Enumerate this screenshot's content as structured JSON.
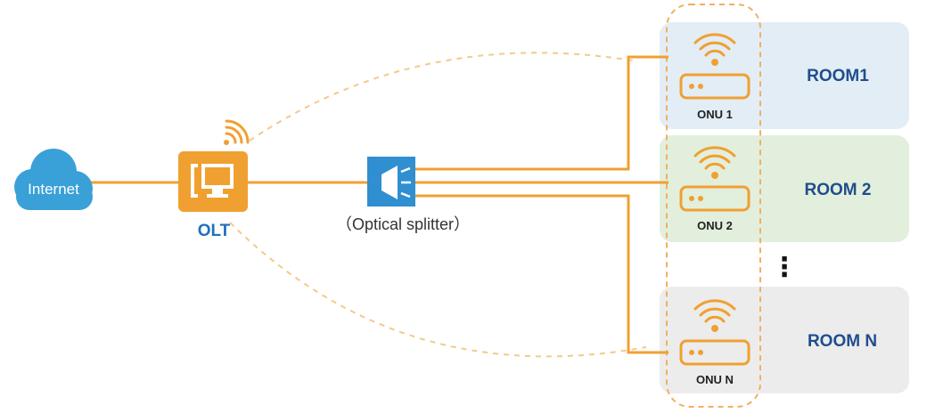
{
  "colors": {
    "fiber": "#f0a030",
    "device_orange": "#f0a030",
    "internet_blue": "#3aa0d8",
    "label_blue": "#1f4e8c",
    "room1_bg": "#e3edf6",
    "room2_bg": "#e3efdd",
    "roomN_bg": "#ececec"
  },
  "internet": {
    "label": "Internet",
    "icon": "cloud-icon"
  },
  "olt": {
    "label": "OLT",
    "icon": "olt-device-icon"
  },
  "splitter": {
    "label": "（Optical splitter）",
    "icon": "optical-splitter-icon"
  },
  "rooms": [
    {
      "room_label": "ROOM1",
      "onu_label": "ONU 1"
    },
    {
      "room_label": "ROOM 2",
      "onu_label": "ONU 2"
    },
    {
      "room_label": "ROOM N",
      "onu_label": "ONU N"
    }
  ],
  "ellipsis": "⋮"
}
